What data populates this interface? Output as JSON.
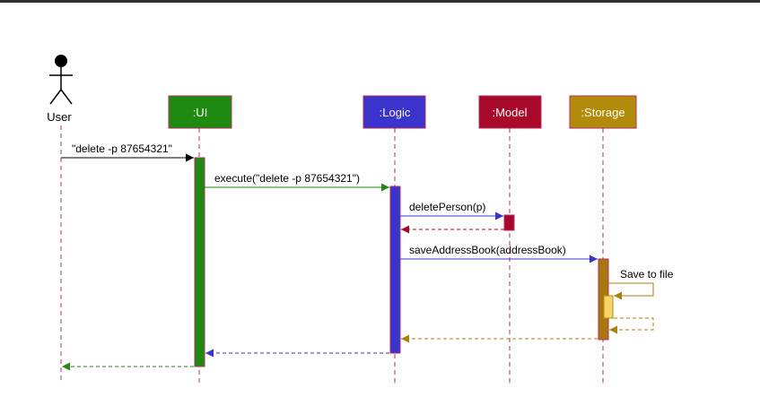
{
  "diagram": {
    "type": "sequence",
    "actor": {
      "label": "User"
    },
    "participants": [
      {
        "id": "ui",
        "label": ":UI",
        "fill": "#1e8a10",
        "border": "#b03060"
      },
      {
        "id": "logic",
        "label": ":Logic",
        "fill": "#3a33cc",
        "border": "#b03060"
      },
      {
        "id": "model",
        "label": ":Model",
        "fill": "#a8082a",
        "border": "#b03060"
      },
      {
        "id": "storage",
        "label": ":Storage",
        "fill": "#b38b0a",
        "border": "#b03060"
      }
    ],
    "messages": [
      {
        "from": "user",
        "to": "ui",
        "label": "\"delete -p 87654321\"",
        "kind": "call",
        "color": "#000000"
      },
      {
        "from": "ui",
        "to": "logic",
        "label": "execute(\"delete -p 87654321\")",
        "kind": "call",
        "color": "#1e8a10"
      },
      {
        "from": "logic",
        "to": "model",
        "label": "deletePerson(p)",
        "kind": "call",
        "color": "#3a33cc"
      },
      {
        "from": "model",
        "to": "logic",
        "label": "",
        "kind": "return",
        "color": "#a8082a"
      },
      {
        "from": "logic",
        "to": "storage",
        "label": "saveAddressBook(addressBook)",
        "kind": "call",
        "color": "#3a33cc"
      },
      {
        "from": "storage",
        "to": "storage",
        "label": "Save to file",
        "kind": "self",
        "color": "#a8820e"
      },
      {
        "from": "storage",
        "to": "storage",
        "label": "",
        "kind": "self-return",
        "color": "#a8820e"
      },
      {
        "from": "storage",
        "to": "logic",
        "label": "",
        "kind": "return",
        "color": "#a8820e"
      },
      {
        "from": "logic",
        "to": "ui",
        "label": "",
        "kind": "return",
        "color": "#3a33cc"
      },
      {
        "from": "ui",
        "to": "user",
        "label": "",
        "kind": "return",
        "color": "#1e8a10"
      }
    ],
    "colors": {
      "lifeline": "#b03060",
      "storage_inner_activation": "#f7d36b",
      "storage_activation": "#a8780e"
    }
  }
}
